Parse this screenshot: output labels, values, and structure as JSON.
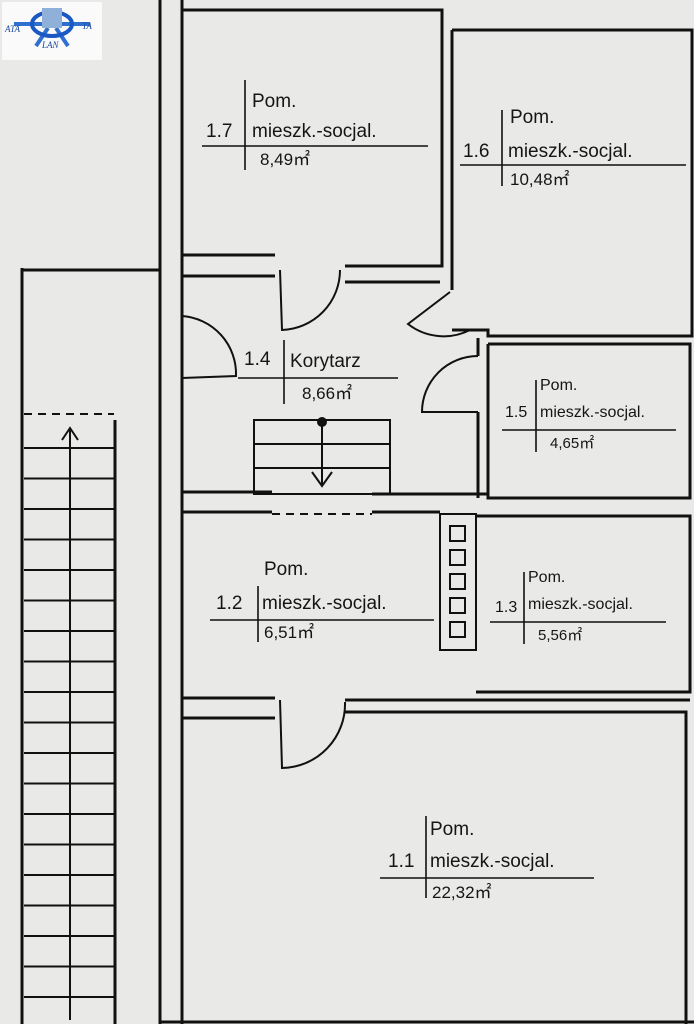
{
  "logo": {
    "text_left": "ATA",
    "text_right": "TA",
    "text_bottom": "LAN"
  },
  "rooms": [
    {
      "id": "1.7",
      "name_line1": "Pom.",
      "name_line2": "mieszk.-socjal.",
      "area": "8,49㎡"
    },
    {
      "id": "1.6",
      "name_line1": "Pom.",
      "name_line2": "mieszk.-socjal.",
      "area": "10,48㎡"
    },
    {
      "id": "1.4",
      "name_line1": "",
      "name_line2": "Korytarz",
      "area": "8,66㎡"
    },
    {
      "id": "1.5",
      "name_line1": "Pom.",
      "name_line2": "mieszk.-socjal.",
      "area": "4,65㎡"
    },
    {
      "id": "1.2",
      "name_line1": "Pom.",
      "name_line2": "mieszk.-socjal.",
      "area": "6,51㎡"
    },
    {
      "id": "1.3",
      "name_line1": "Pom.",
      "name_line2": "mieszk.-socjal.",
      "area": "5,56㎡"
    },
    {
      "id": "1.1",
      "name_line1": "Pom.",
      "name_line2": "mieszk.-socjal.",
      "area": "22,32㎡"
    }
  ]
}
